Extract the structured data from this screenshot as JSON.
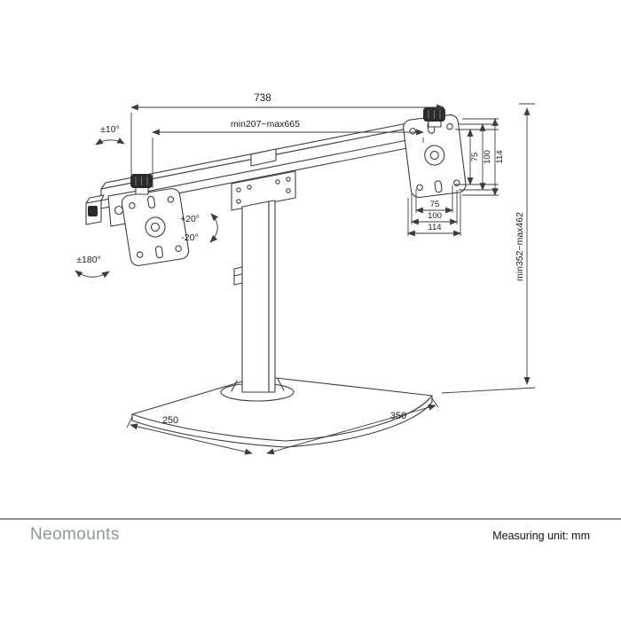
{
  "brand": {
    "name": "Neomounts",
    "color": "#849c95"
  },
  "footer": {
    "note": "Measuring unit: mm"
  },
  "diagram": {
    "line_color": "#3d3d3d",
    "dims": {
      "total_width": "738",
      "width_range": "min207~max665",
      "height_range": "min352~max462",
      "base_depth": "250",
      "base_width": "350",
      "vesa_side": {
        "v75": "75",
        "v100": "100",
        "v114": "114"
      },
      "vesa_bottom": {
        "v75": "75",
        "v100": "100",
        "v114": "114"
      }
    },
    "angles": {
      "bar_rotation": "±10°",
      "tilt_up": "+20°",
      "tilt_down": "-20°",
      "swivel": "±180°"
    }
  }
}
